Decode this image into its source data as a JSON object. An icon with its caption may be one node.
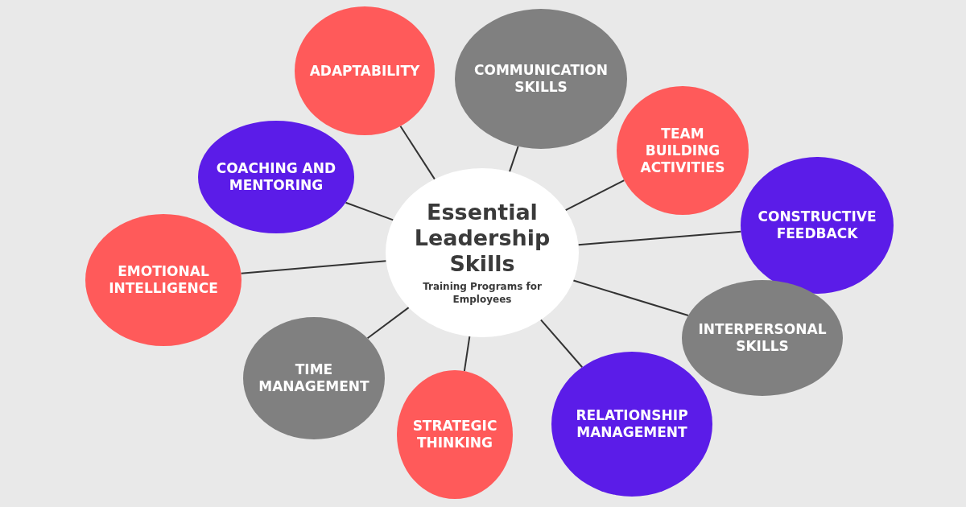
{
  "diagram": {
    "nodes": [
      {
        "text": [
          "Essential Leadership Skills",
          "Training Programs for Employees"
        ]
      },
      {
        "text": [
          "ADAPTABILITY"
        ]
      },
      {
        "text": [
          "COMMUNICATION SKILLS"
        ]
      },
      {
        "text": [
          "TEAM BUILDING ACTIVITIES"
        ]
      },
      {
        "text": [
          "COACHING AND MENTORING"
        ]
      },
      {
        "text": [
          "CONSTRUCTIVE FEEDBACK"
        ]
      },
      {
        "text": [
          "EMOTIONAL INTELLIGENCE"
        ]
      },
      {
        "text": [
          "INTERPERSONAL SKILLS"
        ]
      },
      {
        "text": [
          "TIME MANAGEMENT"
        ]
      },
      {
        "text": [
          "RELATIONSHIP MANAGEMENT"
        ]
      },
      {
        "text": [
          "STRATEGIC THINKING"
        ]
      }
    ],
    "edges": [
      {
        "from": 0,
        "to": 1,
        "arrow": "none"
      },
      {
        "from": 0,
        "to": 2,
        "arrow": "none"
      },
      {
        "from": 0,
        "to": 3,
        "arrow": "none"
      },
      {
        "from": 0,
        "to": 4,
        "arrow": "none"
      },
      {
        "from": 0,
        "to": 5,
        "arrow": "none"
      },
      {
        "from": 0,
        "to": 6,
        "arrow": "none"
      },
      {
        "from": 0,
        "to": 7,
        "arrow": "none"
      },
      {
        "from": 0,
        "to": 8,
        "arrow": "none"
      },
      {
        "from": 0,
        "to": 9,
        "arrow": "none"
      },
      {
        "from": 0,
        "to": 10,
        "arrow": "none"
      }
    ]
  }
}
